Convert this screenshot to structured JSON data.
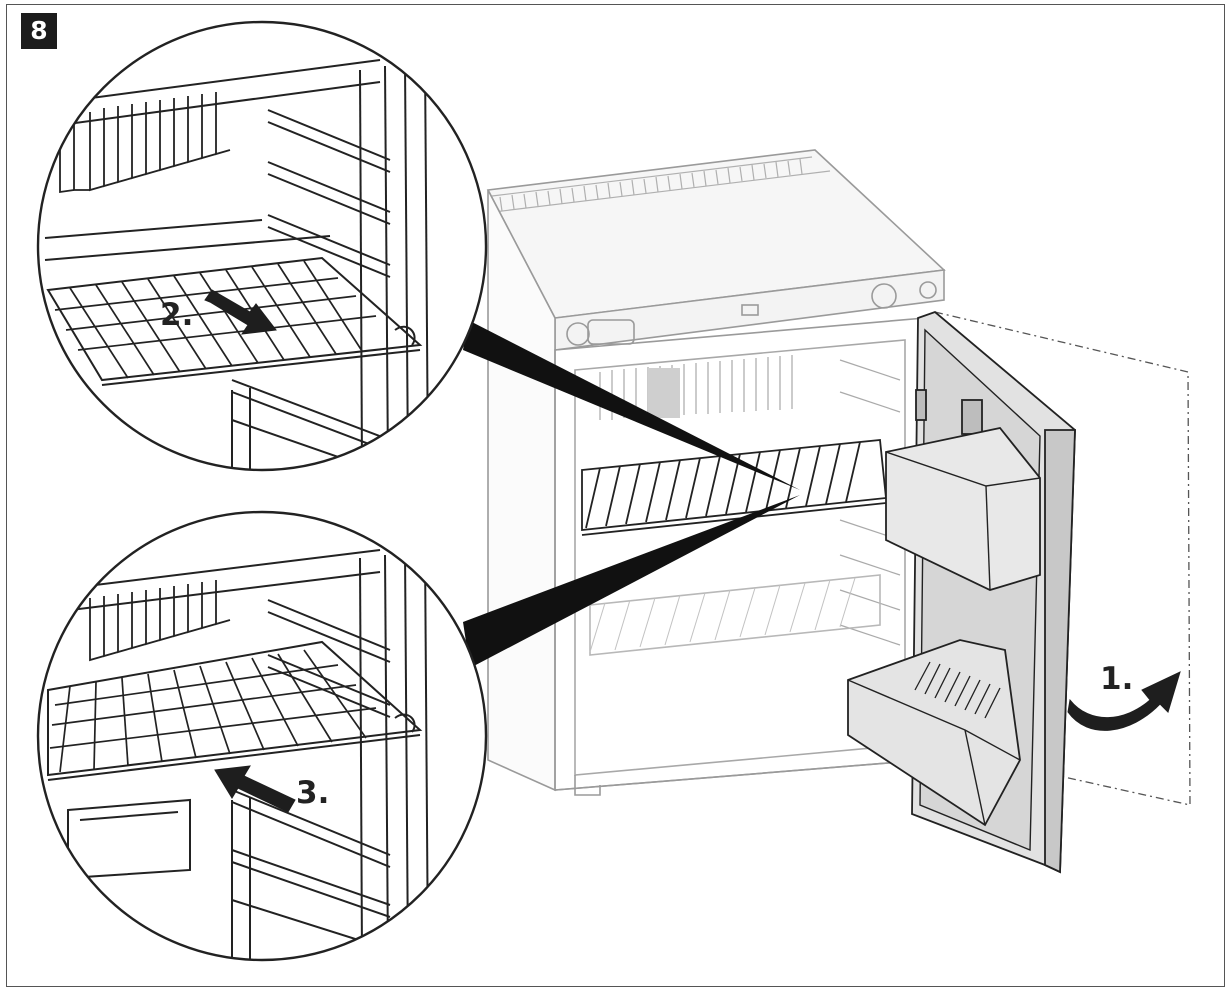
{
  "figure": {
    "badge": "8"
  },
  "steps": {
    "step1": "1.",
    "step2": "2.",
    "step3": "3."
  },
  "colors": {
    "line": "#222222",
    "light_line": "#9a9a9a",
    "door_fill": "#d9d9d9",
    "pointer_fill": "#111111"
  }
}
